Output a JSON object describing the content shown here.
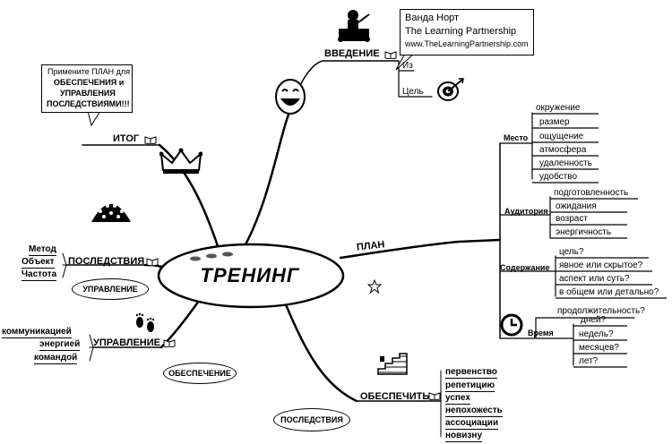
{
  "center": {
    "label": "ТРЕНИНГ"
  },
  "intro": {
    "label": "ВВЕДЕНИЕ",
    "children": [
      "Из",
      "Цель"
    ],
    "speech": {
      "line1": "Ванда Норт",
      "line2": "The Learning Partnership",
      "line3": "www.TheLearningPartnership.com"
    }
  },
  "summary": {
    "label": "ИТОГ",
    "note": {
      "line1": "Примените ПЛАН для",
      "line2": "ОБЕСПЕЧЕНИЯ и",
      "line3": "УПРАВЛЕНИЯ",
      "line4": "ПОСЛЕДСТВИЯМИ!!!"
    }
  },
  "consequences": {
    "label": "ПОСЛЕДСТВИЯ",
    "children": [
      "Метод",
      "Объект",
      "Частота"
    ],
    "tag": "УПРАВЛЕНИЕ"
  },
  "management": {
    "label": "УПРАВЛЕНИЕ",
    "children": [
      "коммуникацией",
      "энергией",
      "командой"
    ],
    "tag": "ОБЕСПЕЧЕНИЕ"
  },
  "provide": {
    "label": "ОБЕСПЕЧИТЬ",
    "children": [
      "первенство",
      "репетицию",
      "успех",
      "непохожесть",
      "ассоциации",
      "новизну"
    ],
    "tag": "ПОСЛЕДСТВИЯ"
  },
  "plan": {
    "label": "ПЛАН",
    "groups": {
      "place": {
        "label": "Место",
        "items": [
          "окружение",
          "размер",
          "ощущение",
          "атмосфера",
          "удаленность",
          "удобство"
        ]
      },
      "audience": {
        "label": "Аудитория",
        "items": [
          "подготовленность",
          "ожидания",
          "возраст",
          "энергичность"
        ]
      },
      "content": {
        "label": "Содержание",
        "items": [
          "цель?",
          "явное или скрытое?",
          "аспект или суть?",
          "в общем или детально?"
        ]
      },
      "time": {
        "label": "Время",
        "items": [
          "продолжительность?",
          "дней?",
          "недель?",
          "месяцев?",
          "лет?"
        ]
      }
    }
  },
  "icons": [
    "presenter-icon",
    "laughing-face-icon",
    "target-icon",
    "crown-icon",
    "crowd-icon",
    "book-icon",
    "footprints-icon",
    "stairs-icon",
    "clock-icon",
    "star-icon"
  ]
}
